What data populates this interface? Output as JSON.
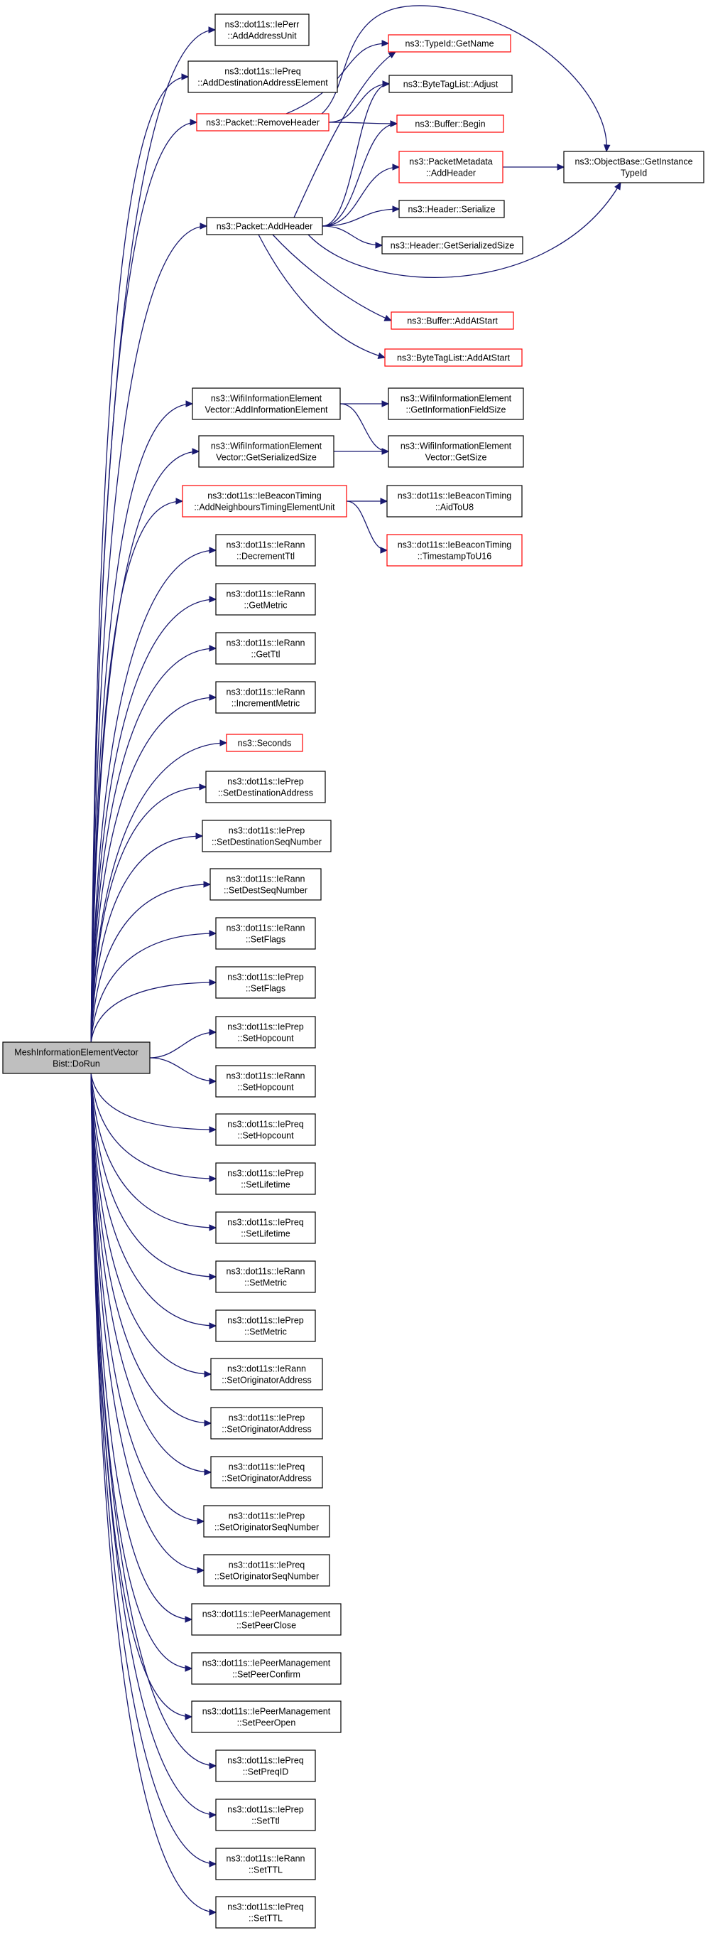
{
  "colors": {
    "edge": "#191970",
    "border_default": "#000000",
    "border_truncated": "#ff0000",
    "root_fill": "#bfbfbf",
    "node_fill": "#ffffff"
  },
  "nodes": {
    "root": [
      "MeshInformationElementVector",
      "Bist::DoRun"
    ],
    "ieperr_addaddressunit": [
      "ns3::dot11s::IePerr",
      "::AddAddressUnit"
    ],
    "iepreq_adddestinationaddresselement": [
      "ns3::dot11s::IePreq",
      "::AddDestinationAddressElement"
    ],
    "packet_removeheader": [
      "ns3::Packet::RemoveHeader"
    ],
    "typeid_getname": [
      "ns3::TypeId::GetName"
    ],
    "bytetaglist_adjust": [
      "ns3::ByteTagList::Adjust"
    ],
    "buffer_begin": [
      "ns3::Buffer::Begin"
    ],
    "packetmetadata_addheader": [
      "ns3::PacketMetadata",
      "::AddHeader"
    ],
    "objectbase_getinstancetypeid": [
      "ns3::ObjectBase::GetInstance",
      "TypeId"
    ],
    "packet_addheader": [
      "ns3::Packet::AddHeader"
    ],
    "header_serialize": [
      "ns3::Header::Serialize"
    ],
    "header_getserializedsize": [
      "ns3::Header::GetSerializedSize"
    ],
    "buffer_addatstart": [
      "ns3::Buffer::AddAtStart"
    ],
    "bytetaglist_addatstart": [
      "ns3::ByteTagList::AddAtStart"
    ],
    "wifiievector_addinformationelement": [
      "ns3::WifiInformationElement",
      "Vector::AddInformationElement"
    ],
    "wifiie_getinformationfieldsize": [
      "ns3::WifiInformationElement",
      "::GetInformationFieldSize"
    ],
    "wifiievector_getserializedsize": [
      "ns3::WifiInformationElement",
      "Vector::GetSerializedSize"
    ],
    "wifiievector_getsize": [
      "ns3::WifiInformationElement",
      "Vector::GetSize"
    ],
    "iebeacontiming_addneighbours": [
      "ns3::dot11s::IeBeaconTiming",
      "::AddNeighboursTimingElementUnit"
    ],
    "iebeacontiming_aidtou8": [
      "ns3::dot11s::IeBeaconTiming",
      "::AidToU8"
    ],
    "iebeacontiming_timestamptou16": [
      "ns3::dot11s::IeBeaconTiming",
      "::TimestampToU16"
    ],
    "ierann_decrementttl": [
      "ns3::dot11s::IeRann",
      "::DecrementTtl"
    ],
    "ierann_getmetric": [
      "ns3::dot11s::IeRann",
      "::GetMetric"
    ],
    "ierann_getttl": [
      "ns3::dot11s::IeRann",
      "::GetTtl"
    ],
    "ierann_incrementmetric": [
      "ns3::dot11s::IeRann",
      "::IncrementMetric"
    ],
    "seconds": [
      "ns3::Seconds"
    ],
    "ieprep_setdestinationaddress": [
      "ns3::dot11s::IePrep",
      "::SetDestinationAddress"
    ],
    "ieprep_setdestinationseqnumber": [
      "ns3::dot11s::IePrep",
      "::SetDestinationSeqNumber"
    ],
    "ierann_setdestseqnumber": [
      "ns3::dot11s::IeRann",
      "::SetDestSeqNumber"
    ],
    "ierann_setflags": [
      "ns3::dot11s::IeRann",
      "::SetFlags"
    ],
    "ieprep_setflags": [
      "ns3::dot11s::IePrep",
      "::SetFlags"
    ],
    "ieprep_sethopcount": [
      "ns3::dot11s::IePrep",
      "::SetHopcount"
    ],
    "ierann_sethopcount": [
      "ns3::dot11s::IeRann",
      "::SetHopcount"
    ],
    "iepreq_sethopcount": [
      "ns3::dot11s::IePreq",
      "::SetHopcount"
    ],
    "ieprep_setlifetime": [
      "ns3::dot11s::IePrep",
      "::SetLifetime"
    ],
    "iepreq_setlifetime": [
      "ns3::dot11s::IePreq",
      "::SetLifetime"
    ],
    "ierann_setmetric": [
      "ns3::dot11s::IeRann",
      "::SetMetric"
    ],
    "ieprep_setmetric": [
      "ns3::dot11s::IePrep",
      "::SetMetric"
    ],
    "ierann_setoriginatoraddress": [
      "ns3::dot11s::IeRann",
      "::SetOriginatorAddress"
    ],
    "ieprep_setoriginatoraddress": [
      "ns3::dot11s::IePrep",
      "::SetOriginatorAddress"
    ],
    "iepreq_setoriginatoraddress": [
      "ns3::dot11s::IePreq",
      "::SetOriginatorAddress"
    ],
    "ieprep_setoriginatorseqnumber": [
      "ns3::dot11s::IePrep",
      "::SetOriginatorSeqNumber"
    ],
    "iepreq_setoriginatorseqnumber": [
      "ns3::dot11s::IePreq",
      "::SetOriginatorSeqNumber"
    ],
    "iepeermanagement_setpeerclose": [
      "ns3::dot11s::IePeerManagement",
      "::SetPeerClose"
    ],
    "iepeermanagement_setpeerconfirm": [
      "ns3::dot11s::IePeerManagement",
      "::SetPeerConfirm"
    ],
    "iepeermanagement_setpeeropen": [
      "ns3::dot11s::IePeerManagement",
      "::SetPeerOpen"
    ],
    "iepreq_setpreqid": [
      "ns3::dot11s::IePreq",
      "::SetPreqID"
    ],
    "ieprep_setttl": [
      "ns3::dot11s::IePrep",
      "::SetTtl"
    ],
    "ierann_setttl": [
      "ns3::dot11s::IeRann",
      "::SetTTL"
    ],
    "iepreq_setttl": [
      "ns3::dot11s::IePreq",
      "::SetTTL"
    ]
  },
  "truncated_nodes": [
    "packet_removeheader",
    "typeid_getname",
    "buffer_begin",
    "packetmetadata_addheader",
    "buffer_addatstart",
    "bytetaglist_addatstart",
    "iebeacontiming_addneighbours",
    "iebeacontiming_timestamptou16",
    "seconds"
  ],
  "edges": [
    [
      "root",
      "ieperr_addaddressunit"
    ],
    [
      "root",
      "iepreq_adddestinationaddresselement"
    ],
    [
      "root",
      "packet_removeheader"
    ],
    [
      "root",
      "packet_addheader"
    ],
    [
      "root",
      "wifiievector_addinformationelement"
    ],
    [
      "root",
      "wifiievector_getserializedsize"
    ],
    [
      "root",
      "iebeacontiming_addneighbours"
    ],
    [
      "root",
      "ierann_decrementttl"
    ],
    [
      "root",
      "ierann_getmetric"
    ],
    [
      "root",
      "ierann_getttl"
    ],
    [
      "root",
      "ierann_incrementmetric"
    ],
    [
      "root",
      "seconds"
    ],
    [
      "root",
      "ieprep_setdestinationaddress"
    ],
    [
      "root",
      "ieprep_setdestinationseqnumber"
    ],
    [
      "root",
      "ierann_setdestseqnumber"
    ],
    [
      "root",
      "ierann_setflags"
    ],
    [
      "root",
      "ieprep_setflags"
    ],
    [
      "root",
      "ieprep_sethopcount"
    ],
    [
      "root",
      "ierann_sethopcount"
    ],
    [
      "root",
      "iepreq_sethopcount"
    ],
    [
      "root",
      "ieprep_setlifetime"
    ],
    [
      "root",
      "iepreq_setlifetime"
    ],
    [
      "root",
      "ierann_setmetric"
    ],
    [
      "root",
      "ieprep_setmetric"
    ],
    [
      "root",
      "ierann_setoriginatoraddress"
    ],
    [
      "root",
      "ieprep_setoriginatoraddress"
    ],
    [
      "root",
      "iepreq_setoriginatoraddress"
    ],
    [
      "root",
      "ieprep_setoriginatorseqnumber"
    ],
    [
      "root",
      "iepreq_setoriginatorseqnumber"
    ],
    [
      "root",
      "iepeermanagement_setpeerclose"
    ],
    [
      "root",
      "iepeermanagement_setpeerconfirm"
    ],
    [
      "root",
      "iepeermanagement_setpeeropen"
    ],
    [
      "root",
      "iepreq_setpreqid"
    ],
    [
      "root",
      "ieprep_setttl"
    ],
    [
      "root",
      "ierann_setttl"
    ],
    [
      "root",
      "iepreq_setttl"
    ],
    [
      "packet_removeheader",
      "typeid_getname"
    ],
    [
      "packet_removeheader",
      "bytetaglist_adjust"
    ],
    [
      "packet_removeheader",
      "buffer_begin"
    ],
    [
      "packet_removeheader",
      "objectbase_getinstancetypeid"
    ],
    [
      "packet_addheader",
      "typeid_getname"
    ],
    [
      "packet_addheader",
      "bytetaglist_adjust"
    ],
    [
      "packet_addheader",
      "buffer_begin"
    ],
    [
      "packet_addheader",
      "packetmetadata_addheader"
    ],
    [
      "packet_addheader",
      "header_serialize"
    ],
    [
      "packet_addheader",
      "header_getserializedsize"
    ],
    [
      "packet_addheader",
      "objectbase_getinstancetypeid"
    ],
    [
      "packet_addheader",
      "buffer_addatstart"
    ],
    [
      "packet_addheader",
      "bytetaglist_addatstart"
    ],
    [
      "packetmetadata_addheader",
      "objectbase_getinstancetypeid"
    ],
    [
      "wifiievector_addinformationelement",
      "wifiie_getinformationfieldsize"
    ],
    [
      "wifiievector_addinformationelement",
      "wifiievector_getsize"
    ],
    [
      "wifiievector_getserializedsize",
      "wifiievector_getsize"
    ],
    [
      "iebeacontiming_addneighbours",
      "iebeacontiming_aidtou8"
    ],
    [
      "iebeacontiming_addneighbours",
      "iebeacontiming_timestamptou16"
    ]
  ]
}
